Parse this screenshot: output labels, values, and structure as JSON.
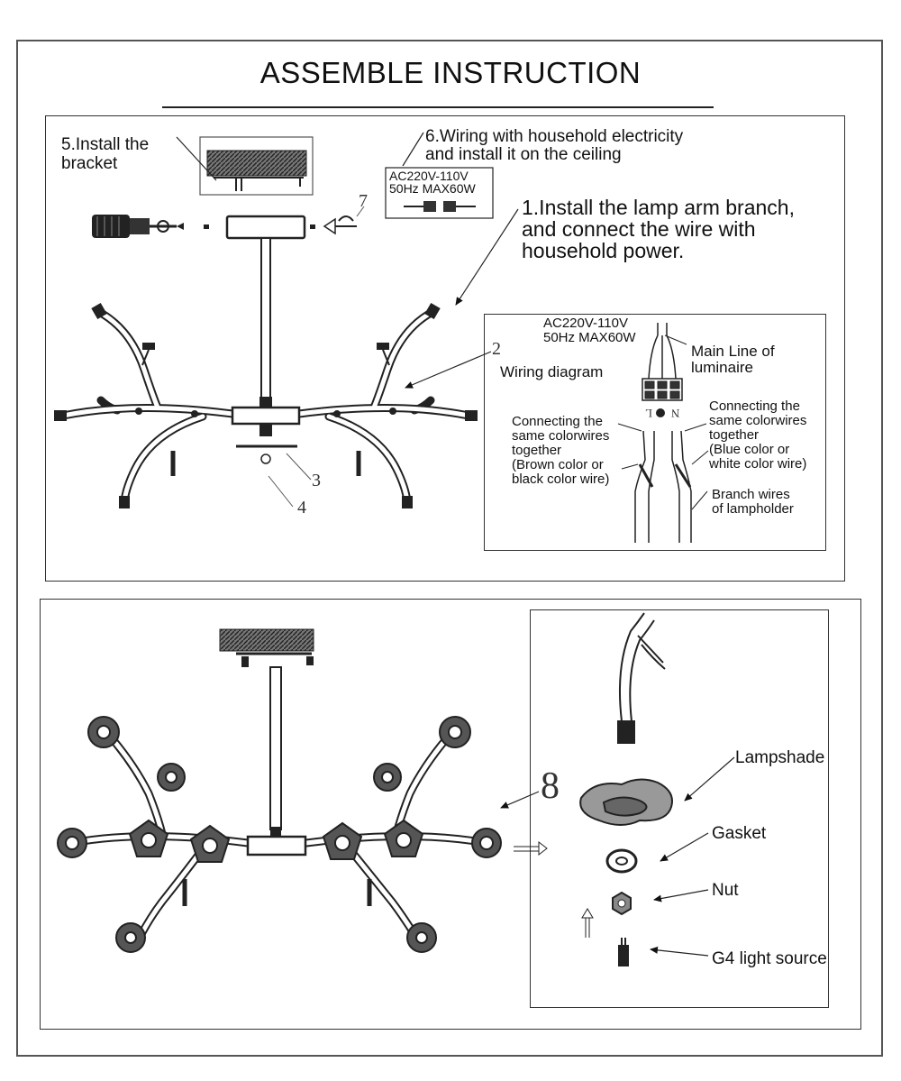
{
  "title": "ASSEMBLE INSTRUCTION",
  "top_panel": {
    "step5": [
      "5.Install the",
      "bracket"
    ],
    "step6": [
      "6.Wiring with household electricity",
      "and install it on the ceiling"
    ],
    "spec_box": [
      "AC220V-110V",
      "50Hz MAX60W"
    ],
    "step1": [
      "1.Install the lamp arm branch,",
      "and connect the wire with",
      "household power."
    ],
    "part_numbers": {
      "n2": "2",
      "n3": "3",
      "n4": "4",
      "n7": "7"
    },
    "wiring": {
      "title": "Wiring diagram",
      "spec": [
        "AC220V-110V",
        "50Hz MAX60W"
      ],
      "main_line": [
        "Main Line of",
        "luminaire"
      ],
      "terminal_labels": [
        "L",
        "N"
      ],
      "left_note": [
        "Connecting the",
        "same colorwires",
        "together",
        "(Brown color or",
        "black color wire)"
      ],
      "right_note": [
        "Connecting the",
        "same colorwires",
        "together",
        "(Blue color or",
        "white color wire)"
      ],
      "branch": [
        "Branch wires",
        "of lampholder"
      ]
    }
  },
  "bottom_panel": {
    "step8": "8",
    "parts": {
      "lampshade": "Lampshade",
      "gasket": "Gasket",
      "nut": "Nut",
      "source": "G4 light source"
    }
  },
  "icons": [
    "screwdriver-icon",
    "ground-symbol-icon",
    "chandelier-diagram",
    "lampshade-icon",
    "gasket-icon",
    "nut-icon",
    "bulb-icon"
  ]
}
